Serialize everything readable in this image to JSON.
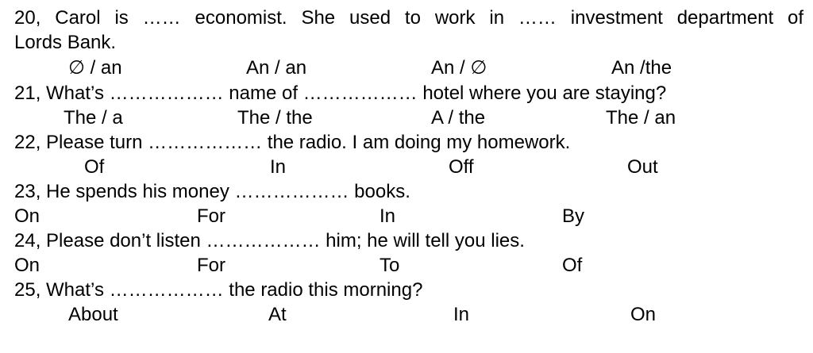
{
  "questions": [
    {
      "line1": "20, Carol is …… economist. She used to work in …… investment department of",
      "line2": "Lords Bank.",
      "options": [
        "∅ / an",
        "An / an",
        "An / ∅",
        "An /the"
      ]
    },
    {
      "line1": "21, What’s ……………… name of ……………… hotel where you are staying?",
      "options": [
        "The / a",
        "The / the",
        "A / the",
        "The / an"
      ]
    },
    {
      "line1": "22, Please turn ……………… the radio. I am doing my homework.",
      "options": [
        "Of",
        "In",
        "Off",
        "Out"
      ]
    },
    {
      "line1": "23, He spends his money ……………… books.",
      "options": [
        "On",
        "For",
        "In",
        "By"
      ]
    },
    {
      "line1": "24, Please don’t listen ……………… him; he will tell you lies.",
      "options": [
        "On",
        "For",
        "To",
        "Of"
      ]
    },
    {
      "line1": "25, What’s ……………… the radio this morning?",
      "options": [
        "About",
        "At",
        "In",
        "On"
      ]
    }
  ]
}
